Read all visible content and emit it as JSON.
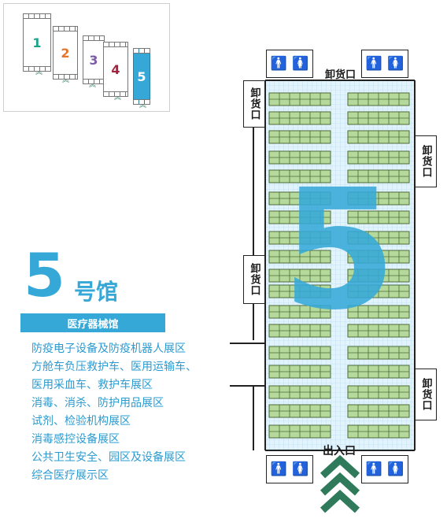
{
  "overview": {
    "halls": [
      {
        "label": "1",
        "color": "#1aa28a"
      },
      {
        "label": "2",
        "color": "#e8742c"
      },
      {
        "label": "3",
        "color": "#7b5ca8"
      },
      {
        "label": "4",
        "color": "#a1243e"
      },
      {
        "label": "5",
        "color": "#ffffff"
      }
    ]
  },
  "title": {
    "number": "5",
    "hall_word": "号馆",
    "subtitle": "医疗器械馆"
  },
  "zones": [
    "防疫电子设备及防疫机器人展区",
    "方舱车负压救护车、医用运输车、",
    "医用采血车、救护车展区",
    "消毒、消杀、防护用品展区",
    "试剂、检验机构展区",
    "消毒感控设备展区",
    "公共卫生安全、园区及设备展区",
    "综合医疗展示区"
  ],
  "plan": {
    "hall_number": "5",
    "unloading_label": "卸货口",
    "unloading_vertical": "卸货口",
    "entrance_label": "出入口",
    "colors": {
      "accent": "#36a8d8",
      "booth_fill": "#b5d99a",
      "booth_stroke": "#4b6b3a",
      "aisle": "#cfe9f6",
      "arrow": "#2f7a5a"
    }
  }
}
